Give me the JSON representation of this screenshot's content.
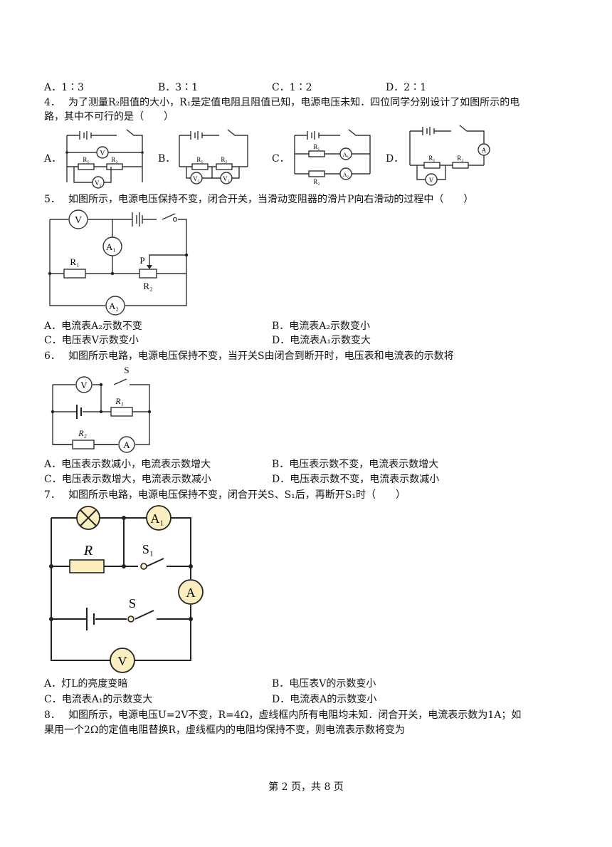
{
  "q3_options": [
    "A．1∶3",
    "B．3∶1",
    "C．1∶2",
    "D．2∶1"
  ],
  "q4": {
    "number": "4．",
    "text_line1": "为了测量R₂阻值的大小，R₁是定值电阻且阻值已知，电源电压未知．四位同学分别设计了如图所示的电",
    "text_line2": "路，其中不可行的是（　　）",
    "option_labels": [
      "A．",
      "B．",
      "C．",
      "D．"
    ],
    "diagram_labels": {
      "a": [
        "V",
        "R₁",
        "R₂",
        "V₂"
      ],
      "b": [
        "R₁",
        "R₂",
        "V₁",
        "V₂"
      ],
      "c": [
        "R₁",
        "A₁",
        "R₂",
        "A₂"
      ],
      "d": [
        "A",
        "R₁",
        "R₂",
        "V"
      ]
    }
  },
  "q5": {
    "number": "5．",
    "text": "如图所示，电源电压保持不变，闭合开关，当滑动变阻器的滑片P向右滑动的过程中（　　）",
    "diagram_labels": [
      "V",
      "A₁",
      "R₁",
      "P",
      "R₂",
      "A₂"
    ],
    "options": [
      "A．电流表A₂示数不变",
      "B．电流表A₂示数变小",
      "C．电压表V示数变小",
      "D．电流表A₁示数变大"
    ]
  },
  "q6": {
    "number": "6．",
    "text": "如图所示电路，电源电压保持不变，当开关S由闭合到断开时，电压表和电流表的示数将",
    "diagram_labels": [
      "V",
      "S",
      "R₁",
      "R₂",
      "A"
    ],
    "options": [
      "A．电压表示数减小，电流表示数增大",
      "B．电压表示数不变，电流表示数增大",
      "C．电压表示数增大，电流表示数减小",
      "D．电压表示数不变，电流表示数减小"
    ]
  },
  "q7": {
    "number": "7．",
    "text": "如图所示电路，电源电压保持不变，闭合开关S、S₁后，再断开S₁时（　　）",
    "diagram_labels": [
      "A₁",
      "R",
      "S₁",
      "A",
      "S",
      "V"
    ],
    "options": [
      "A．灯L的亮度变暗",
      "B．电压表V的示数变小",
      "C．电流表A₁的示数变大",
      "D．电流表A的示数变小"
    ]
  },
  "q8": {
    "number": "8．",
    "text_line1": "如图所示，电源电压U=2V不变，R=4Ω，虚线框内所有电阻均未知．闭合开关，电流表示数为1A；如",
    "text_line2": "果用一个2Ω的定值电阻替换R，虚线框内的电阻均保持不变，则电流表示数将变为"
  },
  "footer": "第 2 页，共 8 页"
}
